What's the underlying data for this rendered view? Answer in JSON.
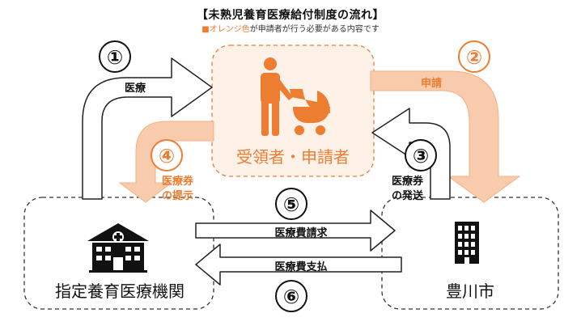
{
  "header": {
    "title": "【未熟児養育医療給付制度の流れ】",
    "legend_marker": "■",
    "legend_highlight": "オレンジ色",
    "legend_rest": "が申請者が行う必要がある内容です"
  },
  "nodes": {
    "applicant": "受領者・申請者",
    "hospital": "指定養育医療機関",
    "city": "豊川市"
  },
  "steps": [
    {
      "number": "①",
      "label": "医療"
    },
    {
      "number": "②",
      "label": "申請"
    },
    {
      "number": "③",
      "label": "医療券の発送"
    },
    {
      "number": "④",
      "label": "医療券の提示"
    },
    {
      "number": "⑤",
      "label": "医療費請求"
    },
    {
      "number": "⑥",
      "label": "医療費支払"
    }
  ],
  "step3_lines": [
    "医療券",
    "の発送"
  ],
  "step4_lines": [
    "医療券",
    "の提示"
  ],
  "colors": {
    "accent": "#ED7D31",
    "accent_light": "#F8CBAD",
    "ink": "#111111"
  },
  "icons": [
    "person-with-stroller-icon",
    "hospital-icon",
    "city-building-icon"
  ]
}
